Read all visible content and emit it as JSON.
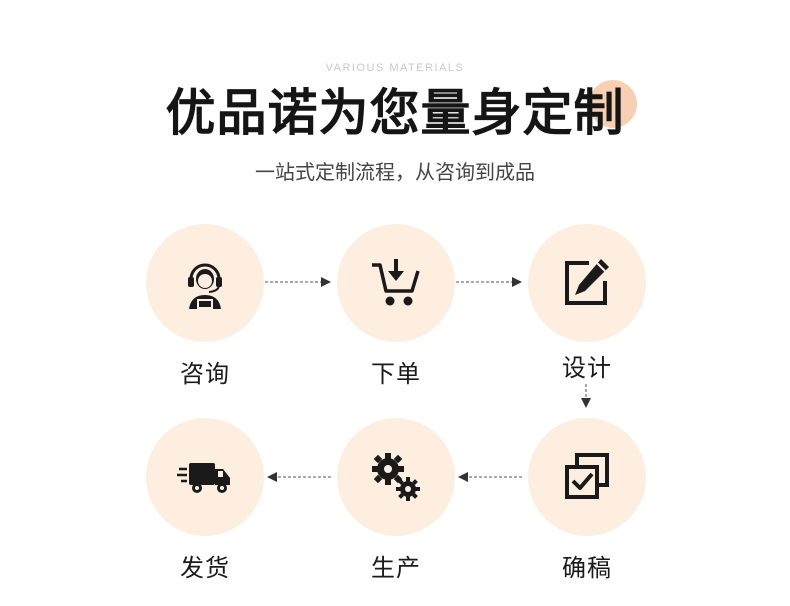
{
  "header": {
    "subtitle_en": "VARIOUS MATERIALS",
    "title": "优品诺为您量身定制",
    "tagline": "一站式定制流程，从咨询到成品"
  },
  "steps": [
    {
      "label": "咨询",
      "icon": "customer-service-icon"
    },
    {
      "label": "下单",
      "icon": "shopping-cart-icon"
    },
    {
      "label": "设计",
      "icon": "edit-icon"
    },
    {
      "label": "确稿",
      "icon": "confirm-copy-icon"
    },
    {
      "label": "生产",
      "icon": "gears-icon"
    },
    {
      "label": "发货",
      "icon": "delivery-truck-icon"
    }
  ],
  "colors": {
    "circle_bg": "#fdeee0",
    "accent": "#f6c7a6",
    "icon": "#1a1a1a"
  }
}
